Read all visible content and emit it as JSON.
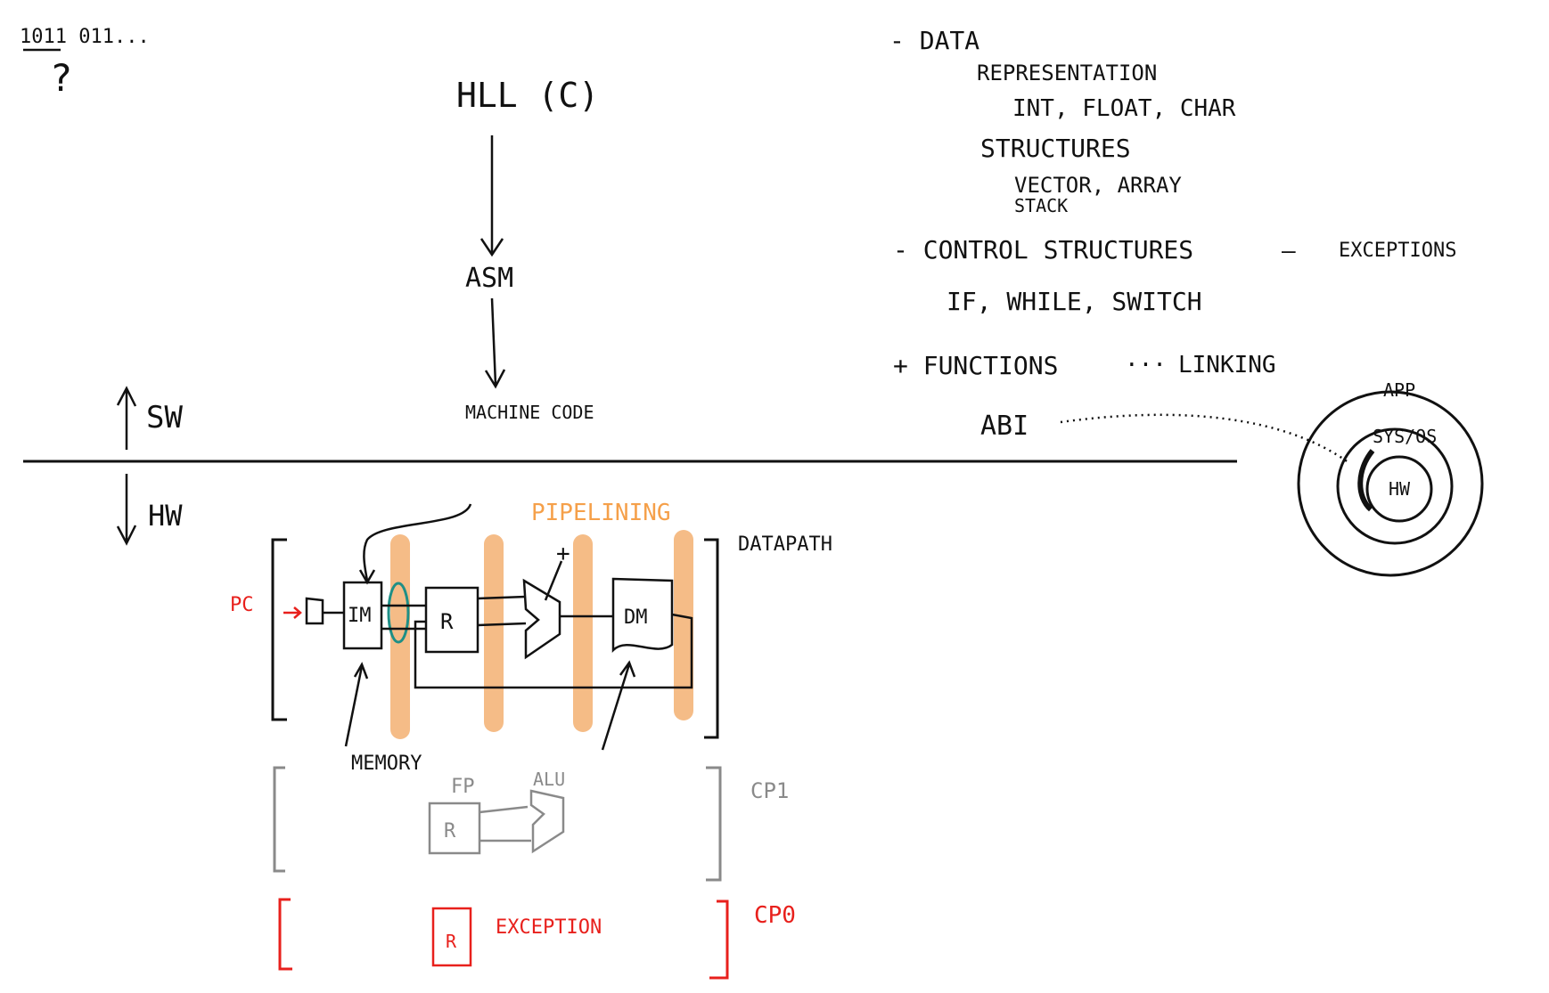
{
  "top_left": {
    "binary": "1011 011...",
    "question": "?"
  },
  "flow": {
    "hll": "HLL (C)",
    "asm": "ASM",
    "machine_code": "MACHINE CODE"
  },
  "layers": {
    "sw": "SW",
    "hw": "HW"
  },
  "notes": {
    "data": "- DATA",
    "representation": "REPRESENTATION",
    "types": "INT, FLOAT, CHAR",
    "structures": "STRUCTURES",
    "structures_list": "VECTOR, ARRAY",
    "stack": "STACK",
    "control": "- CONTROL STRUCTURES",
    "dash": "—",
    "exceptions": "EXCEPTIONS",
    "branches": "IF, WHILE, SWITCH",
    "functions": "+ FUNCTIONS",
    "dots": "···",
    "linking": "LINKING",
    "abi": "ABI"
  },
  "rings": {
    "app": "APP",
    "sys": "SYS/OS",
    "hw": "HW"
  },
  "datapath": {
    "pipelining": "PIPELINING",
    "label": "DATAPATH",
    "pc": "PC",
    "im": "IM",
    "reg": "R",
    "dm": "DM",
    "plus": "+",
    "memory": "MEMORY"
  },
  "cp1": {
    "label": "CP1",
    "fp": "FP",
    "reg": "R",
    "alu": "ALU"
  },
  "cp0": {
    "label": "CP0",
    "reg": "R",
    "exception": "EXCEPTION"
  },
  "colors": {
    "ink": "#111111",
    "gray": "#8a8a8a",
    "red": "#e8201c",
    "orange": "#f5a04a",
    "teal": "#1f8f86"
  }
}
